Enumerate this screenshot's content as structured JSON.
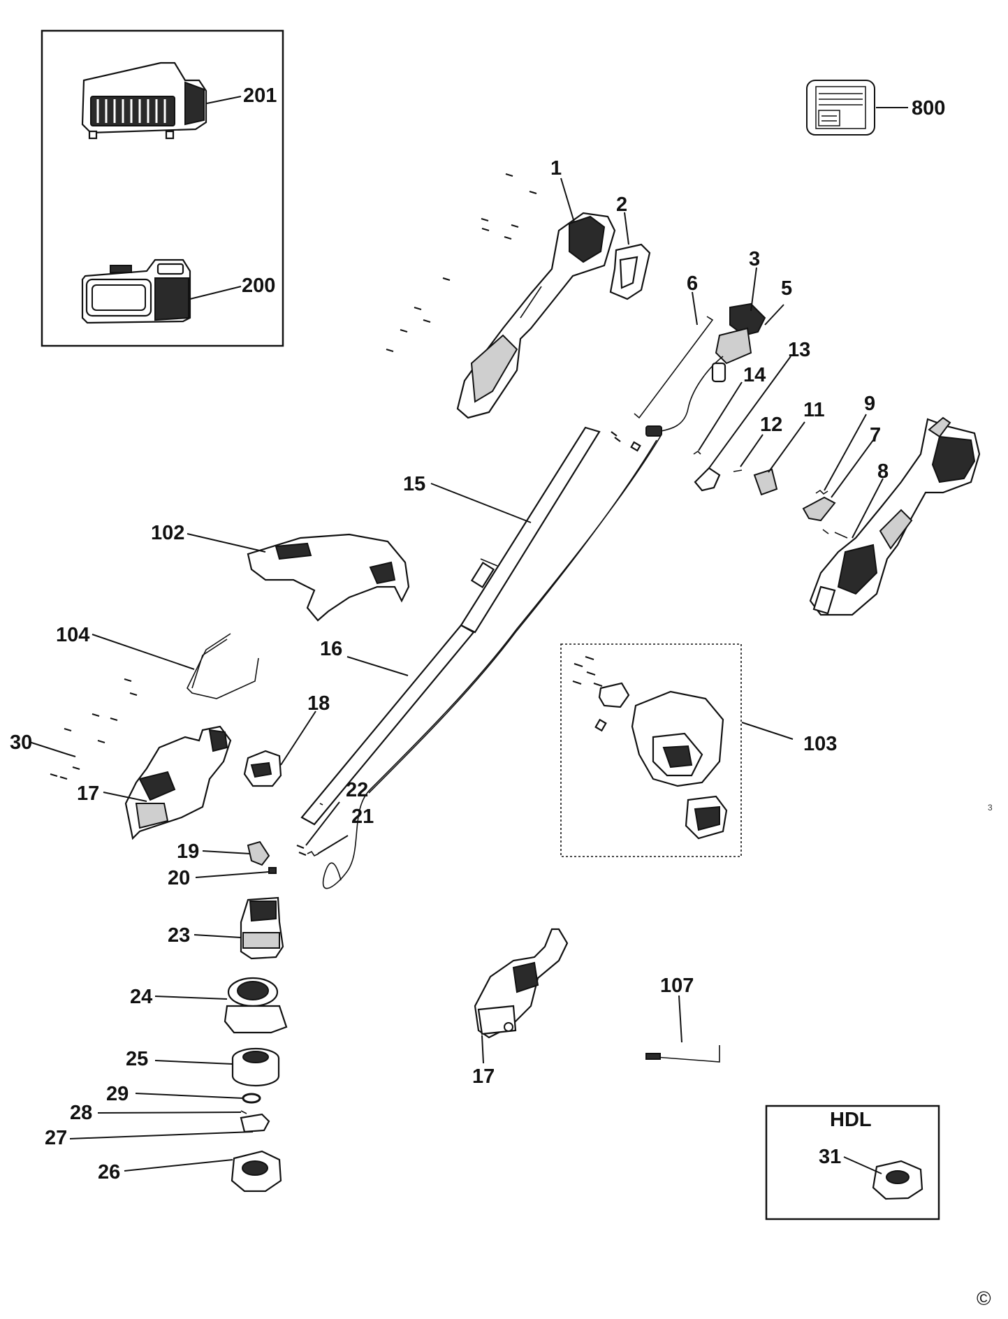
{
  "diagram": {
    "part_labels": {
      "p1": "1",
      "p2": "2",
      "p3": "3",
      "p5": "5",
      "p6": "6",
      "p7": "7",
      "p8": "8",
      "p9": "9",
      "p11": "11",
      "p12": "12",
      "p13": "13",
      "p14": "14",
      "p15": "15",
      "p16": "16",
      "p17a": "17",
      "p17b": "17",
      "p18": "18",
      "p19": "19",
      "p20": "20",
      "p21": "21",
      "p22": "22",
      "p23": "23",
      "p24": "24",
      "p25": "25",
      "p26": "26",
      "p27": "27",
      "p28": "28",
      "p29": "29",
      "p30": "30",
      "p31": "31",
      "p102": "102",
      "p103": "103",
      "p104": "104",
      "p107": "107",
      "p200": "200",
      "p201": "201",
      "p800": "800"
    },
    "hdl_box_title": "HDL",
    "page_mark": "3",
    "copyright_symbol": "©"
  }
}
